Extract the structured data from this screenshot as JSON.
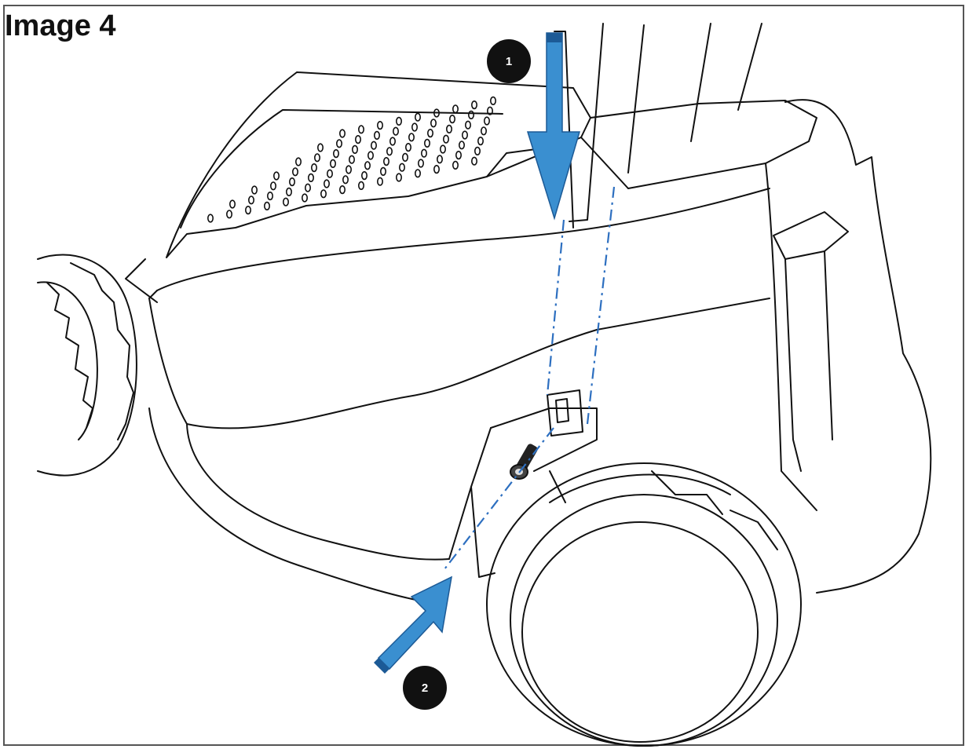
{
  "figure": {
    "title": "Image 4",
    "step1_label": "1",
    "step2_label": "2"
  },
  "colors": {
    "arrow_fill": "#3a8fd0",
    "arrow_dark": "#1c5a96",
    "guide_line": "#2d6fc0",
    "line_art": "#111111",
    "callout_fill": "#111111",
    "callout_text": "#ffffff"
  },
  "icons": {
    "arrow_down": "insertion-arrow-down-icon",
    "arrow_diagonal": "insertion-arrow-diagonal-icon",
    "bolt": "bolt-icon"
  }
}
